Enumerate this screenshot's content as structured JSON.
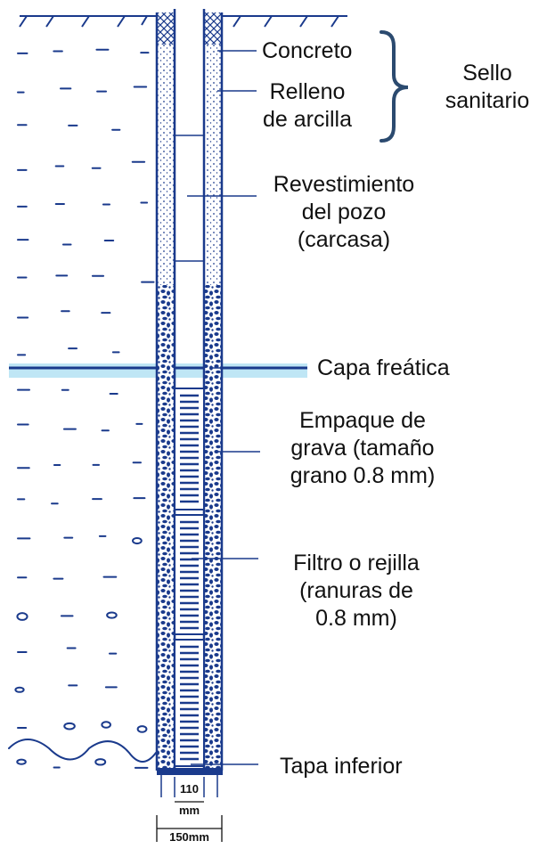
{
  "labels": {
    "concrete": "Concreto",
    "clay_fill": [
      "Relleno",
      "de arcilla"
    ],
    "sanitary_seal": [
      "Sello",
      "sanitario"
    ],
    "casing": [
      "Revestimiento",
      "del pozo",
      "(carcasa)"
    ],
    "water_table": "Capa freática",
    "gravel_pack": [
      "Empaque de",
      "grava (tamaño",
      "grano 0.8 mm)"
    ],
    "screen": [
      "Filtro o rejilla",
      "(ranuras de",
      "0.8 mm)"
    ],
    "bottom_cap": "Tapa inferior"
  },
  "dimensions": {
    "inner_value": "110",
    "inner_unit": "mm",
    "outer": "150mm"
  },
  "colors": {
    "ink": "#1a3a8c",
    "water": "#bfe6f5",
    "brace": "#2b4a6f",
    "text": "#111111"
  }
}
